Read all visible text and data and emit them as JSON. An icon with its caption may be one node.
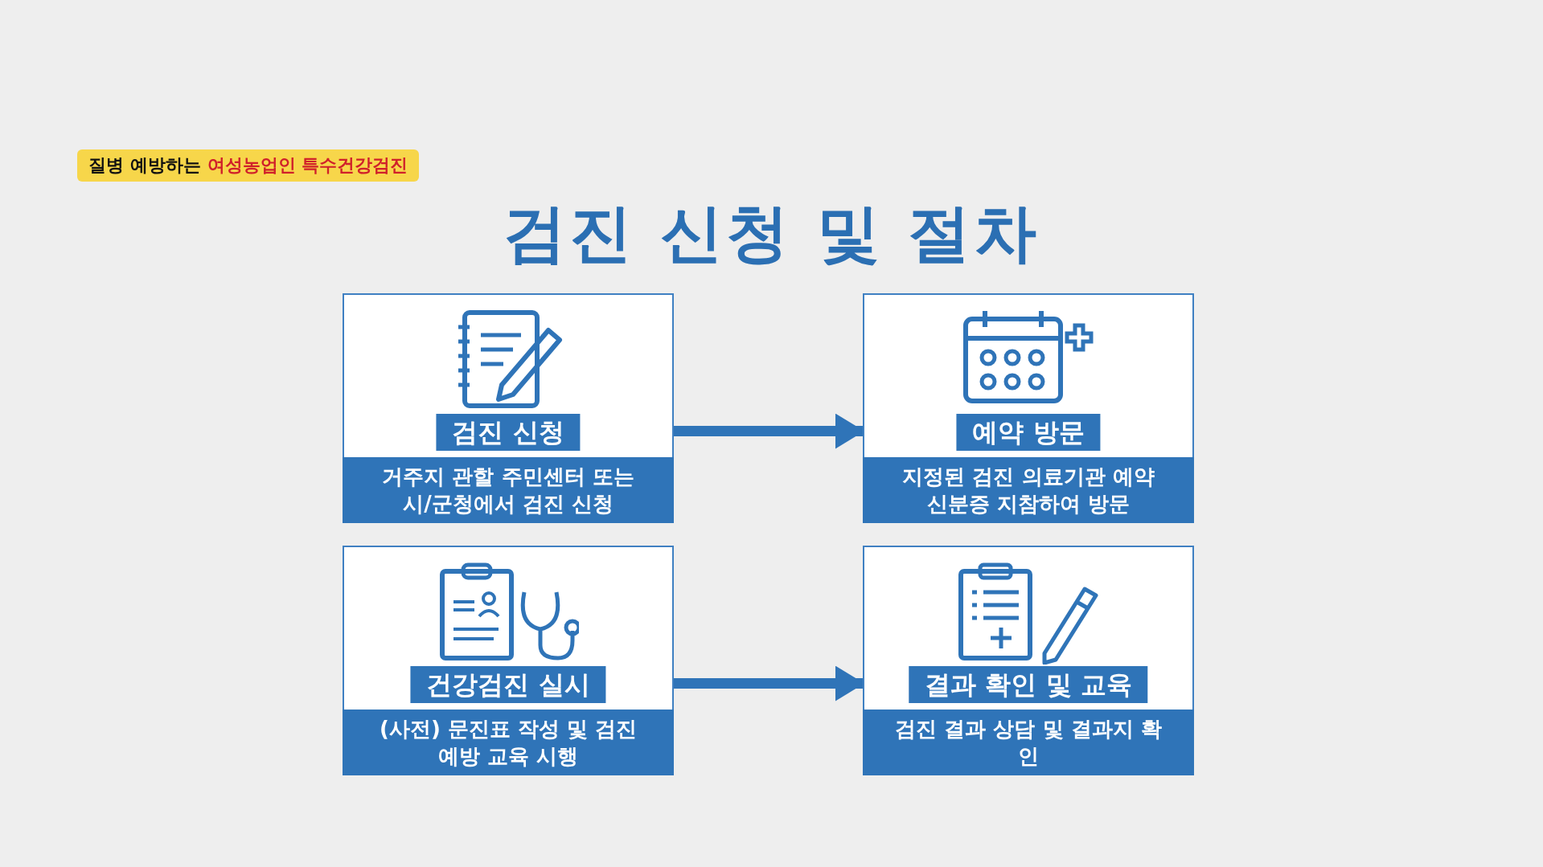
{
  "diagram": {
    "title": "검진 신청 및 절차",
    "nodes": [
      {
        "text": [
          "검진 신청",
          "거주지 관할 주민센터 또는 시/군청에서 검진 신청"
        ]
      },
      {
        "text": [
          "예약 방문",
          "지정된 검진 의료기관 예약 신분증 지참하여 방문"
        ]
      },
      {
        "text": [
          "건강검진 실시",
          "(사전) 문진표 작성 및 검진 예방 교육 시행"
        ]
      },
      {
        "text": [
          "결과 확인 및 교육",
          "검진 결과 상담 및 결과지 확인"
        ]
      }
    ],
    "edges": [
      {
        "from": 0,
        "to": 1,
        "arrow": "to"
      },
      {
        "from": 2,
        "to": 3,
        "arrow": "to"
      }
    ],
    "labels": [
      "질병 예방하는",
      "여성농업인 특수건강검진"
    ]
  }
}
